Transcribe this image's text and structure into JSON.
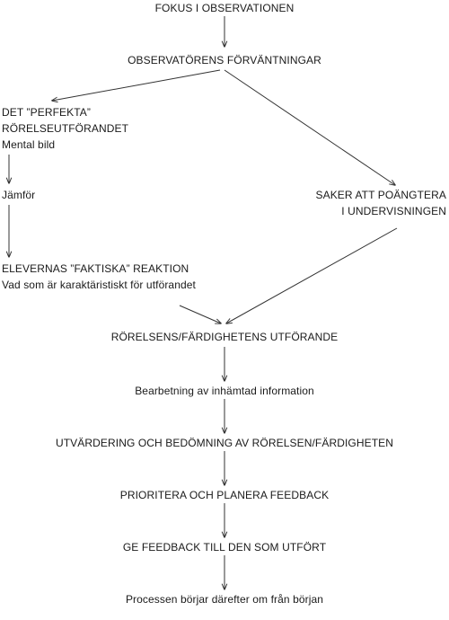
{
  "nodes": {
    "focus": {
      "text": "FOKUS I OBSERVATIONEN"
    },
    "expectations": {
      "text": "OBSERVATÖRENS FÖRVÄNTNINGAR"
    },
    "perfect": {
      "line1": "DET ”PERFEKTA”",
      "line2": "RÖRELSEUTFÖRANDET",
      "line3": "Mental bild"
    },
    "compare": {
      "text": "Jämför"
    },
    "actual": {
      "line1": "ELEVERNAS ”FAKTISKA” REAKTION",
      "line2": "Vad som är karaktäristiskt för utförandet"
    },
    "emphasize": {
      "line1": "SAKER ATT POÄNGTERA",
      "line2": "I UNDERVISNINGEN"
    },
    "execution": {
      "text": "RÖRELSENS/FÄRDIGHETENS UTFÖRANDE"
    },
    "processing": {
      "text": "Bearbetning av inhämtad information"
    },
    "evaluation": {
      "text": "UTVÄRDERING OCH BEDÖMNING AV RÖRELSEN/FÄRDIGHETEN"
    },
    "prioritize": {
      "text": "PRIORITERA OCH PLANERA FEEDBACK"
    },
    "give_feedback": {
      "text": "GE FEEDBACK TILL DEN SOM UTFÖRT"
    },
    "restart": {
      "text": "Processen börjar därefter om från början"
    }
  },
  "colors": {
    "text": "#1a1a1a",
    "arrow": "#333333",
    "background": "#ffffff"
  }
}
